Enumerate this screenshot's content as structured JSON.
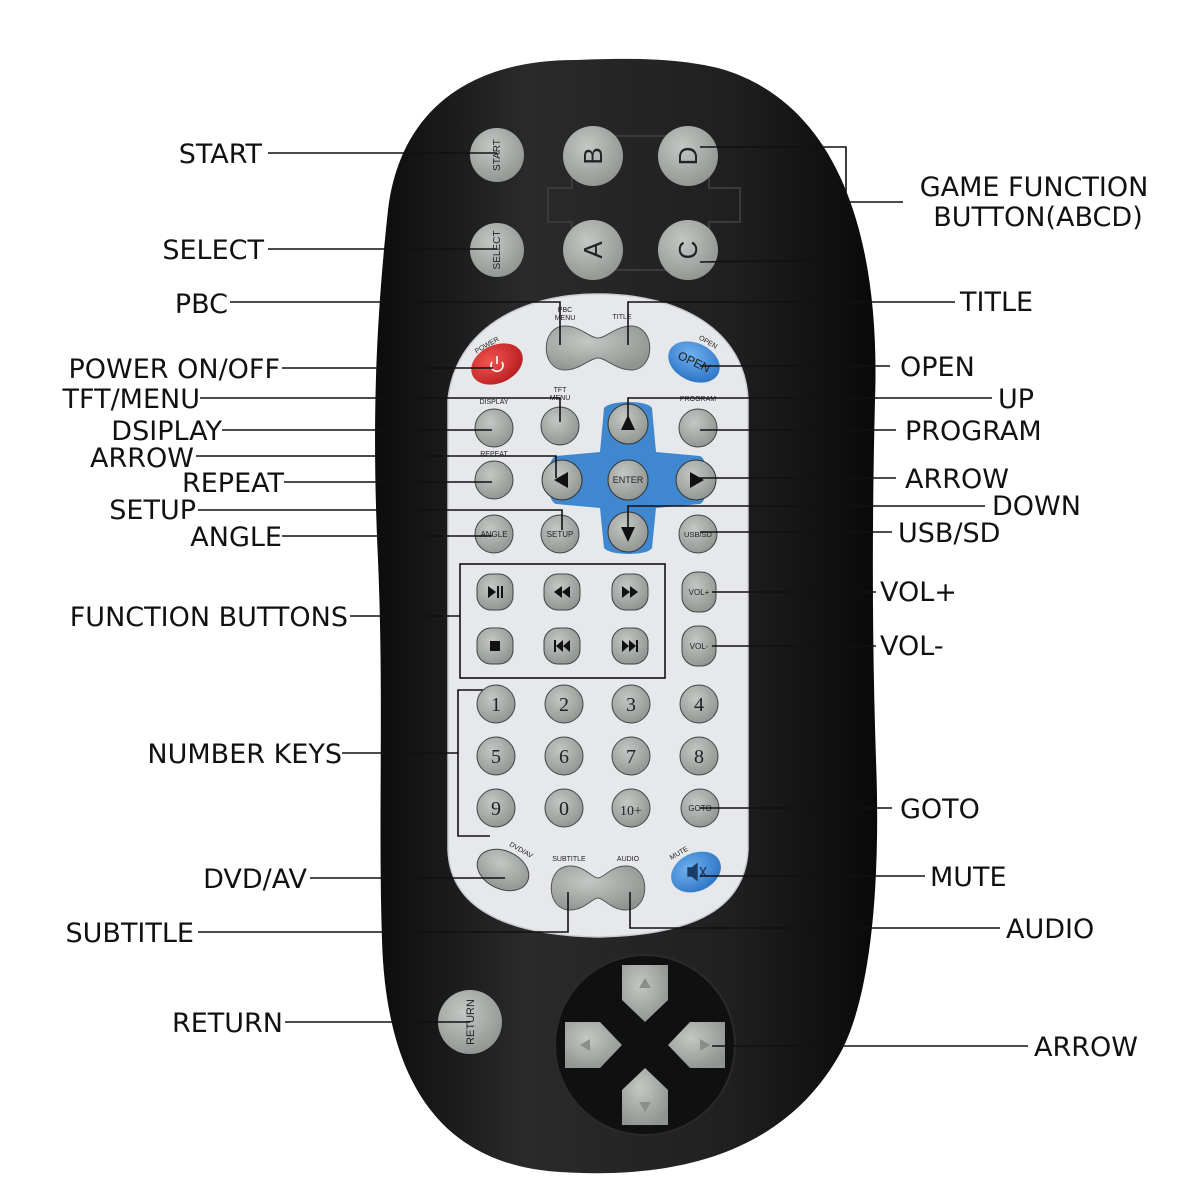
{
  "callouts": {
    "start": "START",
    "select": "SELECT",
    "game_function_1": "GAME FUNCTION",
    "game_function_2": "BUTTON(ABCD)",
    "pbc": "PBC",
    "title": "TITLE",
    "power": "POWER ON/OFF",
    "open": "OPEN",
    "tft_menu": "TFT/MENU",
    "up": "UP",
    "display": "DSIPLAY",
    "program": "PROGRAM",
    "arrow_left": "ARROW",
    "repeat": "REPEAT",
    "arrow_right": "ARROW",
    "setup": "SETUP",
    "down": "DOWN",
    "angle": "ANGLE",
    "usb_sd": "USB/SD",
    "vol_plus": "VOL+",
    "function_buttons": "FUNCTION BUTTONS",
    "vol_minus": "VOL-",
    "number_keys": "NUMBER KEYS",
    "goto": "GOTO",
    "dvd_av": "DVD/AV",
    "mute": "MUTE",
    "subtitle": "SUBTITLE",
    "audio": "AUDIO",
    "return": "RETURN",
    "arrow_pad": "ARROW"
  },
  "buttons": {
    "start": "START",
    "select": "SELECT",
    "a": "A",
    "b": "B",
    "c": "C",
    "d": "D",
    "pbc_1": "PBC",
    "pbc_2": "MENU",
    "title": "TITLE",
    "power": "POWER",
    "open_top": "OPEN",
    "open_btn": "OPEN",
    "tft_1": "TFT",
    "tft_2": "MENU",
    "display": "DISPLAY",
    "program": "PROGRAM",
    "repeat": "REPEAT",
    "enter": "ENTER",
    "angle": "ANGLE",
    "setup": "SETUP",
    "usb_sd": "USB/SD",
    "vol_plus": "VOL+",
    "vol_minus": "VOL-",
    "numbers": [
      "1",
      "2",
      "3",
      "4",
      "5",
      "6",
      "7",
      "8",
      "9",
      "0",
      "10+"
    ],
    "goto": "GOTO",
    "dvd_av": "DVD/AV",
    "subtitle": "SUBTITLE",
    "audio": "AUDIO",
    "mute": "MUTE",
    "return": "RETURN"
  },
  "colors": {
    "body": "#141414",
    "panel": "#e6e8ec",
    "key": "#a5aaa7",
    "blue": "#3f88d0",
    "red": "#d8262a"
  }
}
